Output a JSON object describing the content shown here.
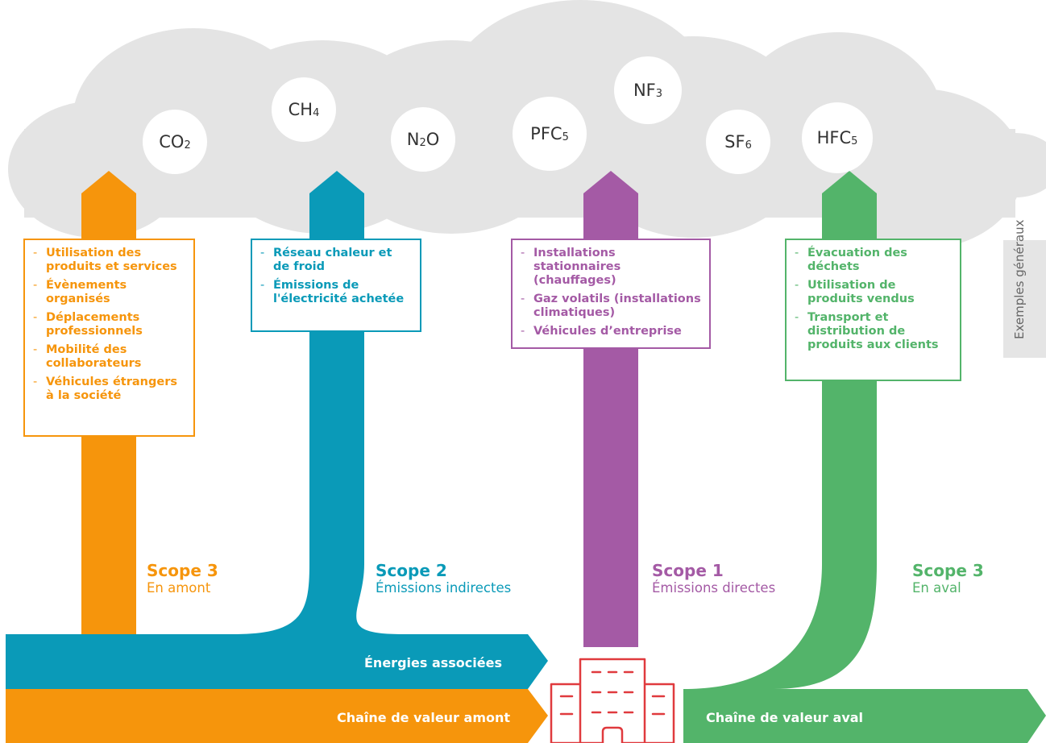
{
  "colors": {
    "cloud": "#e4e4e4",
    "orange": "#f6950c",
    "blue": "#0a9ab8",
    "purple": "#a45aa5",
    "green": "#53b46a",
    "red": "#e03a3e"
  },
  "gases": [
    {
      "base": "CO",
      "sub": "2"
    },
    {
      "base": "CH",
      "sub": "4"
    },
    {
      "base": "N",
      "sub": "2",
      "tail": "O"
    },
    {
      "base": "PFC",
      "sub": "5"
    },
    {
      "base": "NF",
      "sub": "3"
    },
    {
      "base": "SF",
      "sub": "6"
    },
    {
      "base": "HFC",
      "sub": "5"
    }
  ],
  "boxes": {
    "upstream": [
      "Utilisation des produits et services",
      "Évènements organisés",
      "Déplacements professionnels",
      "Mobilité des collaborateurs",
      "Véhicules étrangers à la société"
    ],
    "indirect": [
      "Réseau chaleur et de froid",
      "Émissions de l'électricité achetée"
    ],
    "direct": [
      "Installations stationnaires (chauffages)",
      "Gaz volatils (installations climatiques)",
      "Véhicules d’entreprise"
    ],
    "downstream": [
      "Évacuation des déchets",
      "Utilisation de produits vendus",
      "Transport et distribution de produits aux clients"
    ]
  },
  "scopes": {
    "s3_up": {
      "title": "Scope 3",
      "sub": "En amont"
    },
    "s2": {
      "title": "Scope 2",
      "sub": "Émissions indirectes"
    },
    "s1": {
      "title": "Scope 1",
      "sub": "Émissions directes"
    },
    "s3_down": {
      "title": "Scope 3",
      "sub": "En aval"
    }
  },
  "bands": {
    "energies": "Énergies associées",
    "upstream_chain": "Chaîne de valeur amont",
    "downstream_chain": "Chaîne de valeur aval"
  },
  "side_label": "Exemples généraux",
  "icons": {
    "company": "building-icon"
  }
}
